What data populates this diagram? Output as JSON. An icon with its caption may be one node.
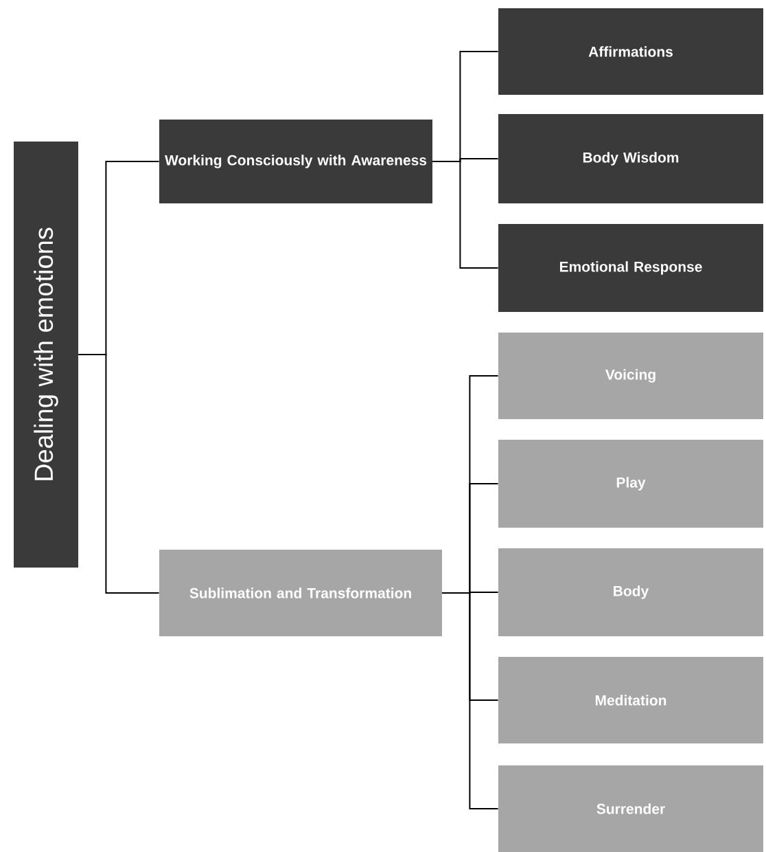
{
  "diagram": {
    "nodes": [
      {
        "text": [
          "Dealing with emotions"
        ]
      },
      {
        "text": [
          "Working Consciously with Awareness"
        ]
      },
      {
        "text": [
          "Sublimation and Transformation"
        ]
      },
      {
        "text": [
          "Affirmations"
        ]
      },
      {
        "text": [
          "Body Wisdom"
        ]
      },
      {
        "text": [
          "Emotional Response"
        ]
      },
      {
        "text": [
          "Voicing"
        ]
      },
      {
        "text": [
          "Play"
        ]
      },
      {
        "text": [
          "Body"
        ]
      },
      {
        "text": [
          "Meditation"
        ]
      },
      {
        "text": [
          "Surrender"
        ]
      }
    ],
    "edges": [
      {
        "from": 0,
        "to": 1,
        "arrow": "none"
      },
      {
        "from": 0,
        "to": 2,
        "arrow": "none"
      },
      {
        "from": 1,
        "to": 3,
        "arrow": "none"
      },
      {
        "from": 1,
        "to": 4,
        "arrow": "none"
      },
      {
        "from": 1,
        "to": 5,
        "arrow": "none"
      },
      {
        "from": 2,
        "to": 6,
        "arrow": "none"
      },
      {
        "from": 2,
        "to": 7,
        "arrow": "none"
      },
      {
        "from": 2,
        "to": 8,
        "arrow": "none"
      },
      {
        "from": 2,
        "to": 9,
        "arrow": "none"
      },
      {
        "from": 2,
        "to": 10,
        "arrow": "none"
      }
    ]
  }
}
